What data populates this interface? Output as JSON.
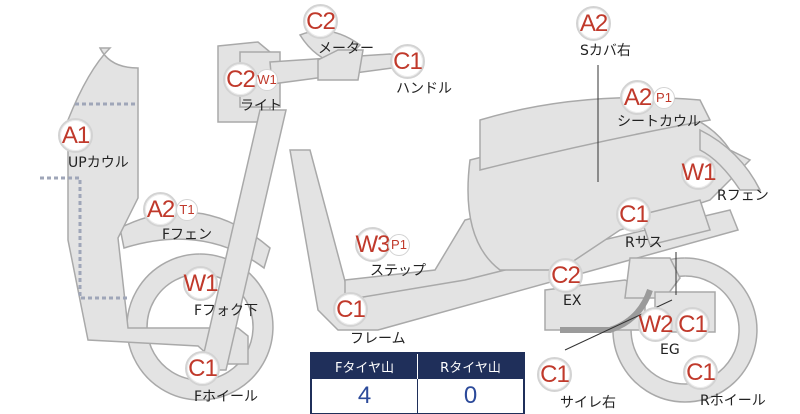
{
  "parts": {
    "meter": {
      "grade": "C2",
      "name": "メーター"
    },
    "light": {
      "grade": "C2",
      "sub": "W1",
      "name": "ライト"
    },
    "handle": {
      "grade": "C1",
      "name": "ハンドル"
    },
    "s_cover_right": {
      "grade": "A2",
      "name": "Sカバ右"
    },
    "up_cowl": {
      "grade": "A1",
      "name": "UPカウル"
    },
    "seat_cowl": {
      "grade": "A2",
      "sub": "P1",
      "name": "シートカウル"
    },
    "r_fender": {
      "grade": "W1",
      "name": "Rフェン"
    },
    "f_fender": {
      "grade": "A2",
      "sub": "T1",
      "name": "Fフェン"
    },
    "step": {
      "grade": "W3",
      "sub": "P1",
      "name": "ステップ"
    },
    "r_sus": {
      "grade": "C1",
      "name": "Rサス"
    },
    "f_fork": {
      "grade": "W1",
      "name": "Fフォク下"
    },
    "ex": {
      "grade": "C2",
      "name": "EX"
    },
    "frame": {
      "grade": "C1",
      "name": "フレーム"
    },
    "eg": {
      "grade": "W2",
      "grade2": "C1",
      "name": "EG"
    },
    "f_wheel": {
      "grade": "C1",
      "name": "Fホイール"
    },
    "muffler_right": {
      "grade": "C1",
      "name": "サイレ右"
    },
    "r_wheel": {
      "grade": "C1",
      "name": "Rホイール"
    }
  },
  "tire_table": {
    "headers": [
      "Fタイヤ山",
      "Rタイヤ山"
    ],
    "values": [
      "4",
      "0"
    ]
  }
}
